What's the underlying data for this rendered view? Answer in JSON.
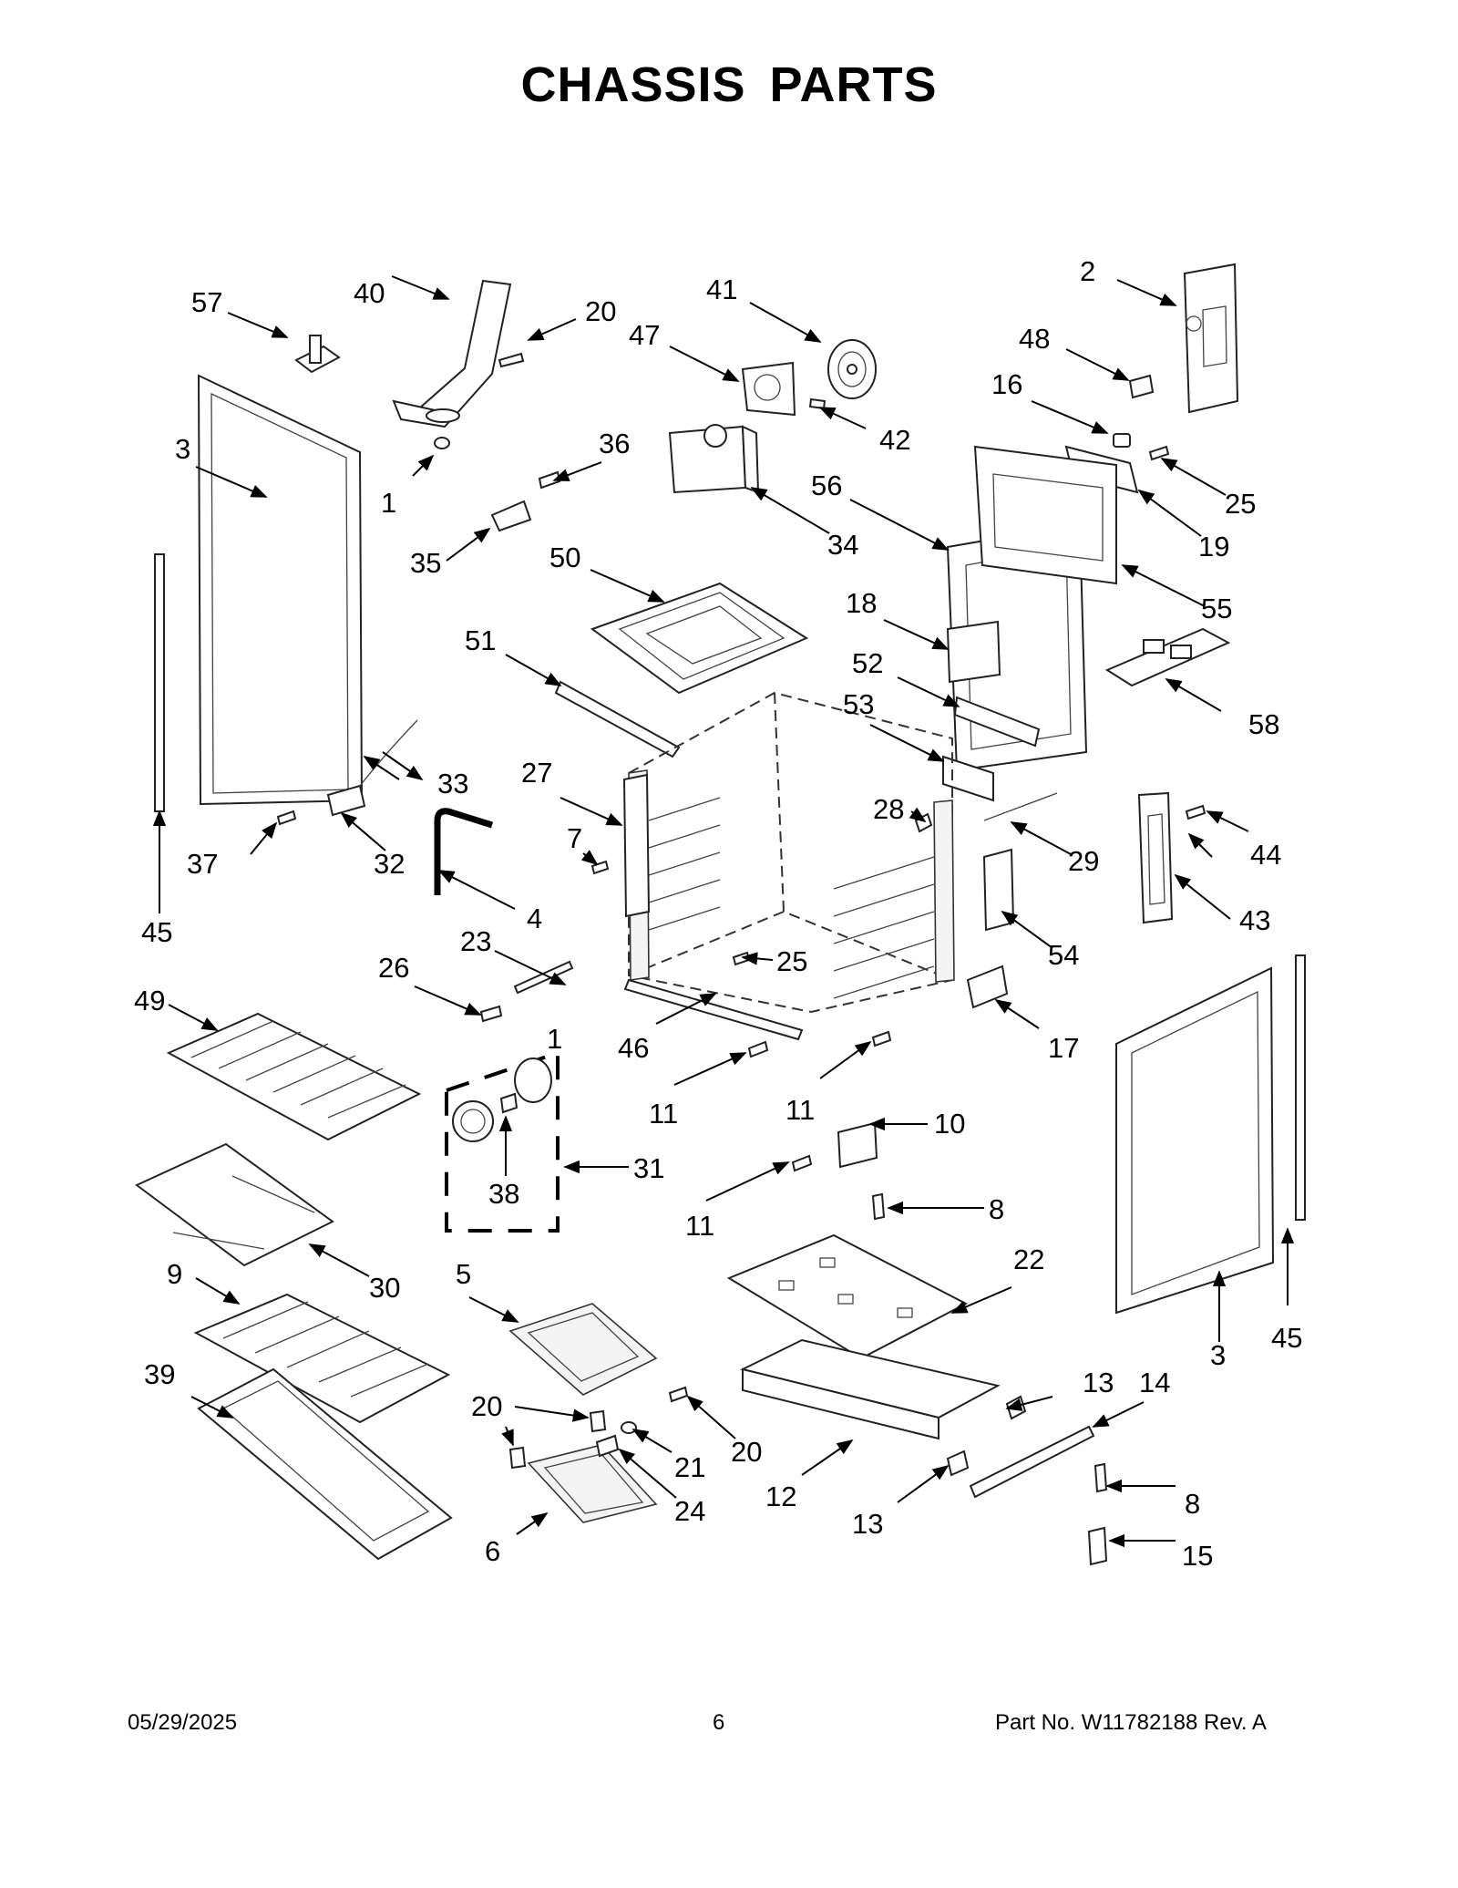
{
  "title": "CHASSIS  PARTS",
  "callouts": [
    "1",
    "2",
    "3",
    "4",
    "5",
    "6",
    "7",
    "8",
    "9",
    "10",
    "11",
    "12",
    "13",
    "14",
    "15",
    "16",
    "17",
    "18",
    "19",
    "20",
    "21",
    "22",
    "23",
    "24",
    "25",
    "26",
    "27",
    "28",
    "29",
    "30",
    "31",
    "32",
    "33",
    "34",
    "35",
    "36",
    "37",
    "38",
    "39",
    "40",
    "41",
    "42",
    "43",
    "44",
    "45",
    "46",
    "47",
    "48",
    "49",
    "50",
    "51",
    "52",
    "53",
    "54",
    "55",
    "56",
    "57",
    "58"
  ],
  "footer": {
    "date": "05/29/2025",
    "page": "6",
    "part_no": "Part No.  W11782188  Rev.  A"
  }
}
